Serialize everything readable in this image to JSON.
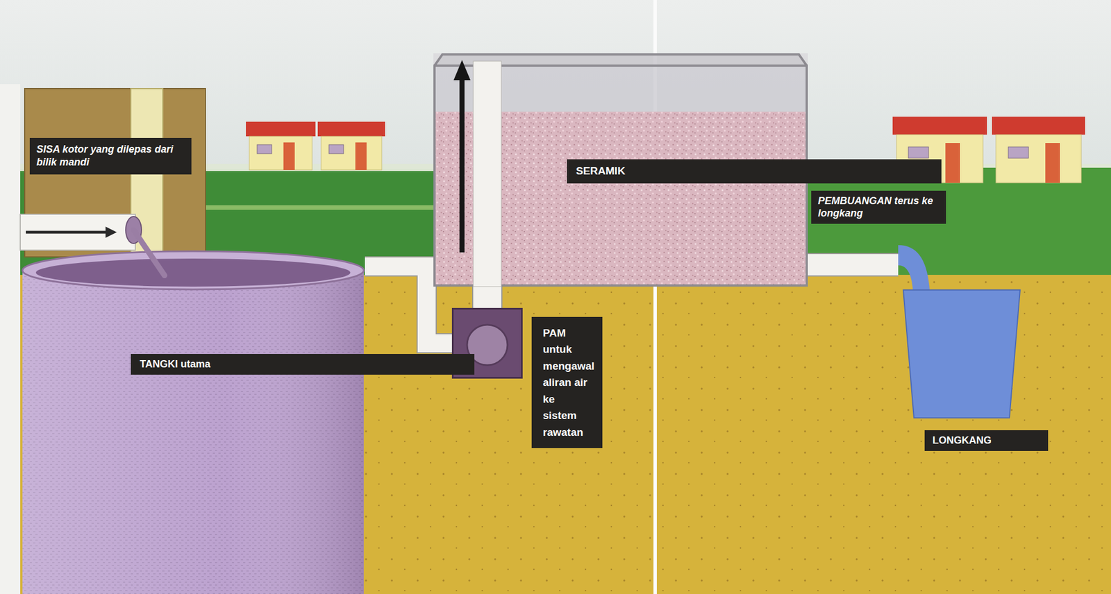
{
  "diagram": {
    "nodes": [
      {
        "text": [
          "TANGKI utama"
        ]
      },
      {
        "text": [
          "PAM untuk mengawal aliran air ke sistem rawatan"
        ]
      },
      {
        "text": [
          "SERAMIK"
        ]
      },
      {
        "text": [
          "LONGKANG"
        ]
      }
    ],
    "edges": [
      {
        "from": 0,
        "to": 1,
        "arrow": "none"
      },
      {
        "from": 1,
        "to": 2,
        "arrow": "none"
      },
      {
        "from": 2,
        "to": 3,
        "arrow": "none"
      }
    ],
    "labels": [
      "SISA kotor yang dilepas dari bilik mandi",
      "PEMBUANGAN terus ke longkang"
    ]
  }
}
